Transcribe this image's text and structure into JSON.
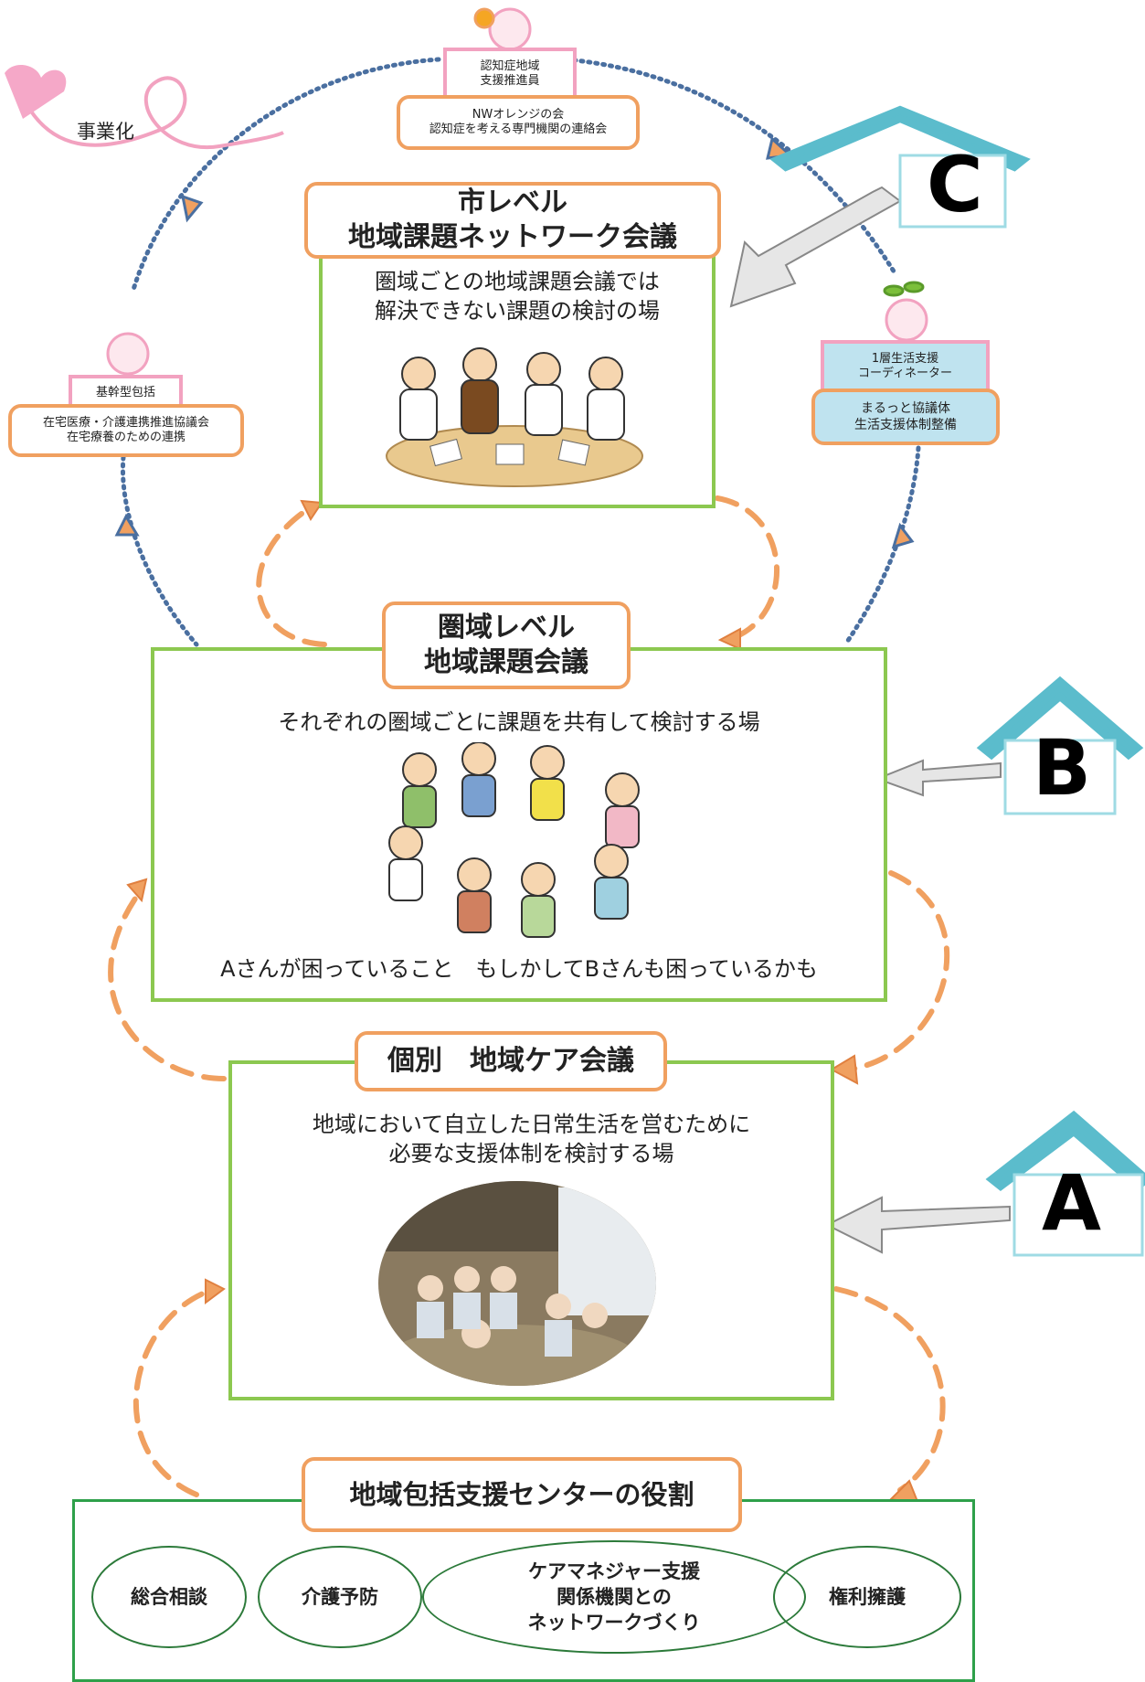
{
  "top": {
    "left_box": {
      "line1": "認知症地域",
      "line2": "支援推進員"
    },
    "bottom_box": {
      "line1": "NWオレンジの会",
      "line2": "認知症を考える専門機関の連絡会"
    }
  },
  "business_label": "事業化",
  "left_side": {
    "pink_box": "基幹型包括",
    "orange_box": {
      "line1": "在宅医療・介護連携推進協議会",
      "line2": "在宅療養のための連携"
    }
  },
  "right_side": {
    "blue_top": {
      "line1": "1層生活支援",
      "line2": "コーディネーター"
    },
    "blue_bottom": {
      "line1": "まるっと協議体",
      "line2": "生活支援体制整備"
    }
  },
  "city_level": {
    "title_line1": "市レベル",
    "title_line2": "地域課題ネットワーク会議",
    "desc_line1": "圏域ごとの地域課題会議では",
    "desc_line2": "解決できない課題の検討の場"
  },
  "area_level": {
    "title_line1": "圏域レベル",
    "title_line2": "地域課題会議",
    "desc": "それぞれの圏域ごとに課題を共有して検討する場",
    "footer": "Aさんが困っていること　もしかしてBさんも困っているかも"
  },
  "individual": {
    "title": "個別　地域ケア会議",
    "desc_line1": "地域において自立した日常生活を営むために",
    "desc_line2": "必要な支援体制を検討する場"
  },
  "center": {
    "title": "地域包括支援センターの役割",
    "ovals": [
      "総合相談",
      "介護予防"
    ],
    "big_oval": {
      "line1": "ケアマネジャー支援",
      "line2": "関係機関との",
      "line3": "ネットワークづくり"
    },
    "last_oval": "権利擁護"
  },
  "houses": {
    "c": "C",
    "b": "B",
    "a": "A"
  },
  "colors": {
    "orange": "#f0a060",
    "green": "#8cc850",
    "blue_dotted": "#4a6fa0",
    "house": "#5bbccc",
    "pink": "#f2a2c0"
  }
}
